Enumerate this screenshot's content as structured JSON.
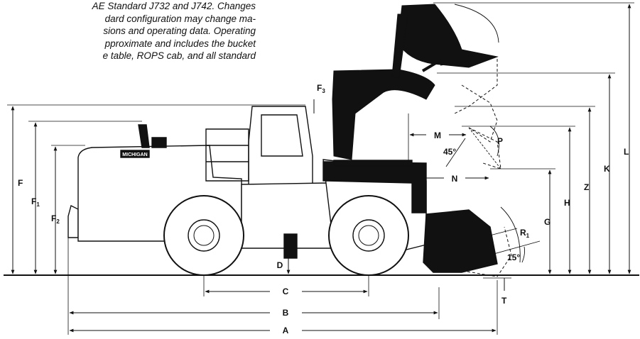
{
  "intro_lines": [
    "AE Standard J732 and J742. Changes",
    "dard configuration may change ma-",
    "sions and operating data. Operating",
    "pproximate and includes the bucket",
    "e table, ROPS cab, and all standard"
  ],
  "labels": {
    "A": "A",
    "B": "B",
    "C": "C",
    "D": "D",
    "F": "F",
    "F1": "F",
    "F1_sub": "1",
    "F2": "F",
    "F2_sub": "2",
    "F3": "F",
    "F3_sub": "3",
    "G": "G",
    "H": "H",
    "Z": "Z",
    "K": "K",
    "L": "L",
    "M": "M",
    "N": "N",
    "P": "P",
    "T": "T",
    "R1": "R",
    "R1_sub": "1",
    "angle45": "45°",
    "angle15": "15°"
  },
  "brand_plate": "MICHIGAN",
  "colors": {
    "ink": "#111111",
    "paper": "#ffffff"
  }
}
